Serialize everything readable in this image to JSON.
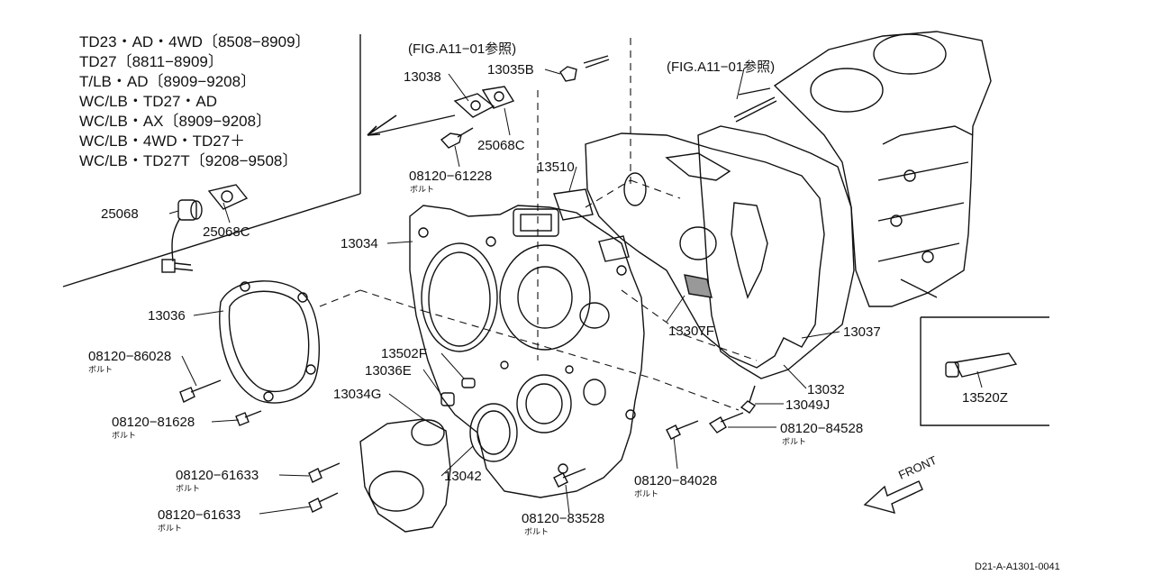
{
  "applicability": [
    "TD23・AD・4WD〔8508−8909〕",
    "TD27〔8811−8909〕",
    "T/LB・AD〔8909−9208〕",
    "WC/LB・TD27・AD",
    "WC/LB・AX〔8909−9208〕",
    "WC/LB・4WD・TD27＋",
    "WC/LB・TD27T〔9208−9508〕"
  ],
  "references": {
    "left": "(FIG.A11−01参照)",
    "right": "(FIG.A11−01参照)"
  },
  "parts": {
    "p13038": "13038",
    "p13035B": "13035B",
    "p25068C_top": "25068C",
    "p08120_61228": "08120−61228",
    "p13510": "13510",
    "p25068": "25068",
    "p25068C_inset": "25068C",
    "p13034": "13034",
    "p13036": "13036",
    "p08120_86028": "08120−86028",
    "p13502F": "13502F",
    "p13036E": "13036E",
    "p13034G": "13034G",
    "p08120_81628": "08120−81628",
    "p08120_61633_a": "08120−61633",
    "p08120_61633_b": "08120−61633",
    "p13042": "13042",
    "p08120_83528": "08120−83528",
    "p08120_84028": "08120−84028",
    "p08120_84528": "08120−84528",
    "p13049J": "13049J",
    "p13032": "13032",
    "p13037": "13037",
    "p13307F": "13307F",
    "p13520Z": "13520Z"
  },
  "bolt_caption": "ボルト",
  "front_label": "FRONT",
  "figure_id": "D21-A-A1301-0041"
}
